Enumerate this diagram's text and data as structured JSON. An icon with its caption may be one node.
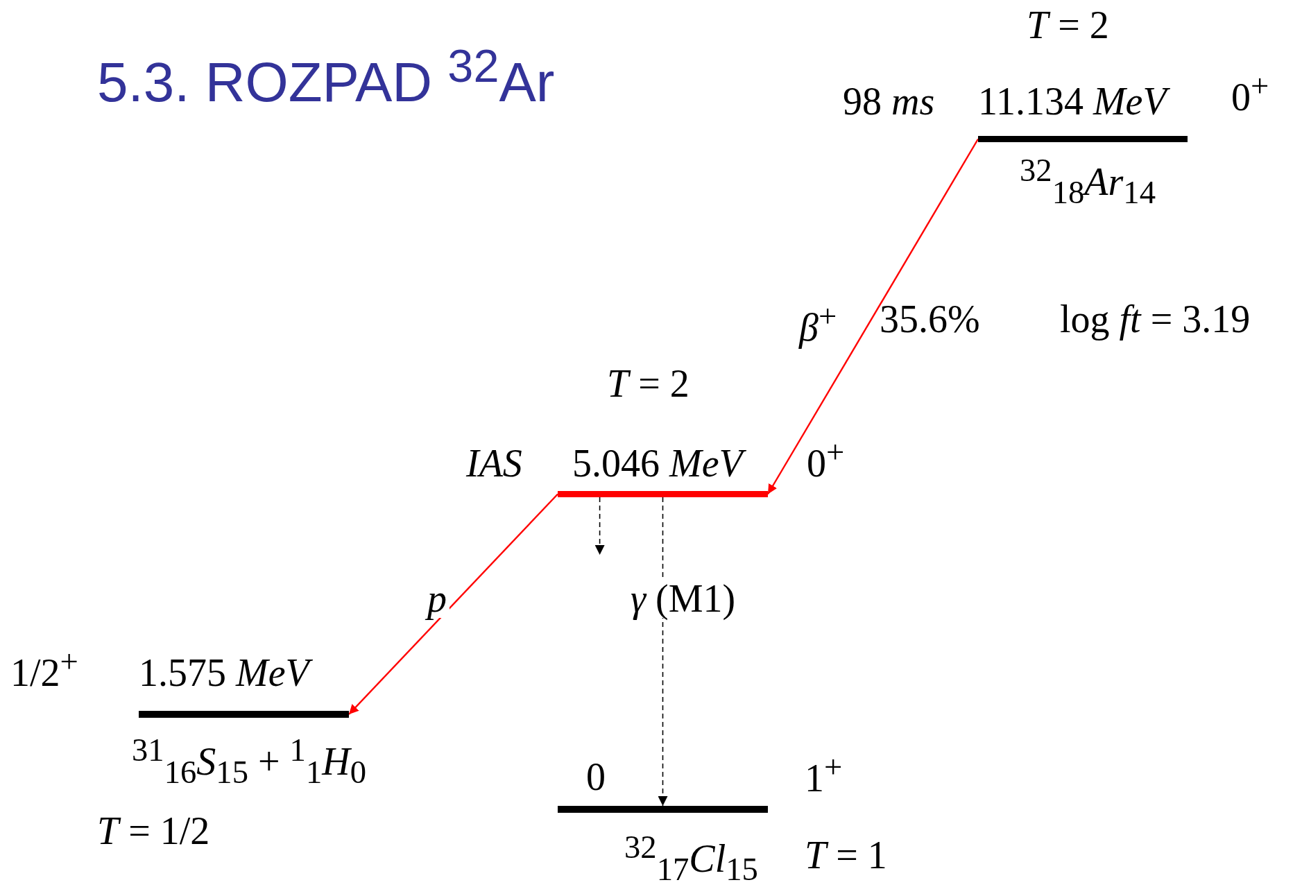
{
  "diagram": {
    "title": "5.3. ROZPAD $^{32}$Ar",
    "nodes": [
      {
        "text": [
          "11.134 *MeV*"
        ],
        "beside": [
          "*T* = 2",
          "98 *ms*",
          "0$^{+}$",
          "$^{32}$$_{18}$*Ar*$_{14}$"
        ]
      },
      {
        "text": [
          "5.046 *MeV*"
        ],
        "beside": [
          "*T* = 2",
          "*IAS*",
          "0$^{+}$"
        ]
      },
      {
        "text": [
          "1.575 *MeV*"
        ],
        "beside": [
          "1/2$^{+}$",
          "$^{31}$$_{16}$*S*$_{15}$ + $^{1}$$_{1}$*H*$_{0}$",
          "*T* = 1/2"
        ]
      },
      {
        "text": [
          "0"
        ],
        "beside": [
          "1$^{+}$",
          "$^{32}$$_{17}$*Cl*$_{15}$",
          "*T* = 1"
        ]
      }
    ],
    "edges": [
      {
        "from": 0,
        "to": 1,
        "arrow": "to",
        "label": "*β*$^{+}$",
        "color": "#ff0000"
      },
      {
        "from": 1,
        "to": 2,
        "arrow": "to",
        "label": "*p*",
        "color": "#ff0000"
      },
      {
        "from": 1,
        "to": null,
        "arrow": "to",
        "style": "dashed",
        "color": "#000000"
      },
      {
        "from": 1,
        "to": 3,
        "arrow": "to",
        "label": "*γ* (M1)",
        "style": "dashed",
        "color": "#000000"
      }
    ],
    "labels": [
      "35.6%",
      "log *ft* = 3.19"
    ]
  }
}
